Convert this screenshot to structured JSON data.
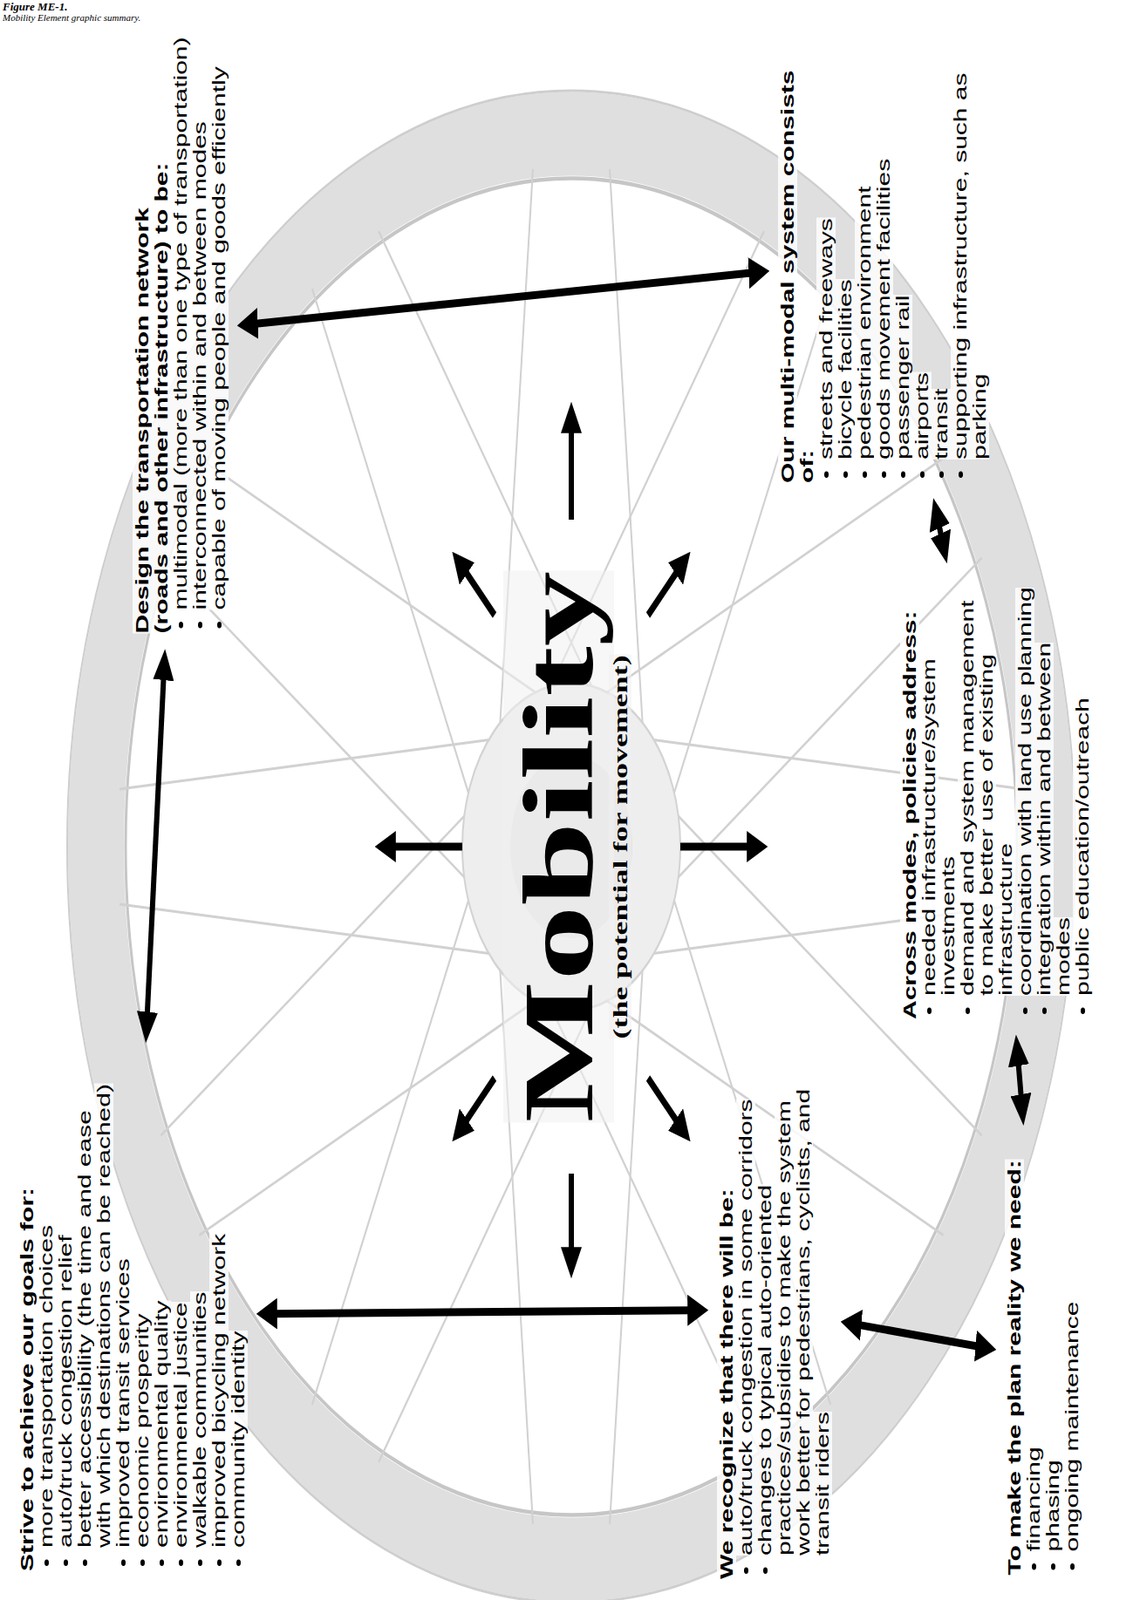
{
  "diagram": {
    "title": "Figure ME-1.",
    "caption": "Mobility Element graphic summary.",
    "nodes": [
      {
        "text": [
          "Strive to achieve our goals for:",
          "more transportation choices",
          "auto/truck congestion relief",
          "better accessibility (the time and ease with which destinations can be reached)",
          "improved transit services",
          "economic prosperity",
          "environmental quality",
          "environmental justice",
          "walkable communities",
          "improved bicycling network",
          "community identity"
        ]
      },
      {
        "text": [
          "Design the transportation network (roads and other infrastructure) to be:",
          "multimodal (more than one type of transportation)",
          "interconnected within and between modes",
          "capable of moving people and goods efficiently"
        ]
      },
      {
        "text": [
          "Mobility",
          "(the potential for movement)"
        ]
      },
      {
        "text": [
          "Our multi-modal system consists of:",
          "streets and freeways",
          "bicycle facilities",
          "pedestrian environment",
          "goods movement facilities",
          "passenger rail",
          "airports",
          "transit",
          "supporting infrastructure, such as parking"
        ]
      },
      {
        "text": [
          "Across modes, policies address:",
          "needed infrastructure/system investments",
          "demand and system management to make better use of existing infrastructure",
          "coordination with land use planning",
          "integration within and between modes",
          "public education/outreach"
        ]
      },
      {
        "text": [
          "To make the plan reality we need:",
          "financing",
          "phasing",
          "ongoing maintenance"
        ]
      },
      {
        "text": [
          "We recognize that there will be:",
          "auto/truck congestion in some corridors",
          "changes to typical auto-oriented practices/subsidies to make the system work better for pedestrians, cyclists, and transit riders"
        ]
      }
    ],
    "edges": [
      {
        "from": 0,
        "to": 1,
        "arrow": "both"
      },
      {
        "from": 1,
        "to": 3,
        "arrow": "both"
      },
      {
        "from": 3,
        "to": 4,
        "arrow": "both"
      },
      {
        "from": 4,
        "to": 5,
        "arrow": "both"
      },
      {
        "from": 5,
        "to": 6,
        "arrow": "both"
      },
      {
        "from": 6,
        "to": 0,
        "arrow": "both"
      }
    ]
  }
}
